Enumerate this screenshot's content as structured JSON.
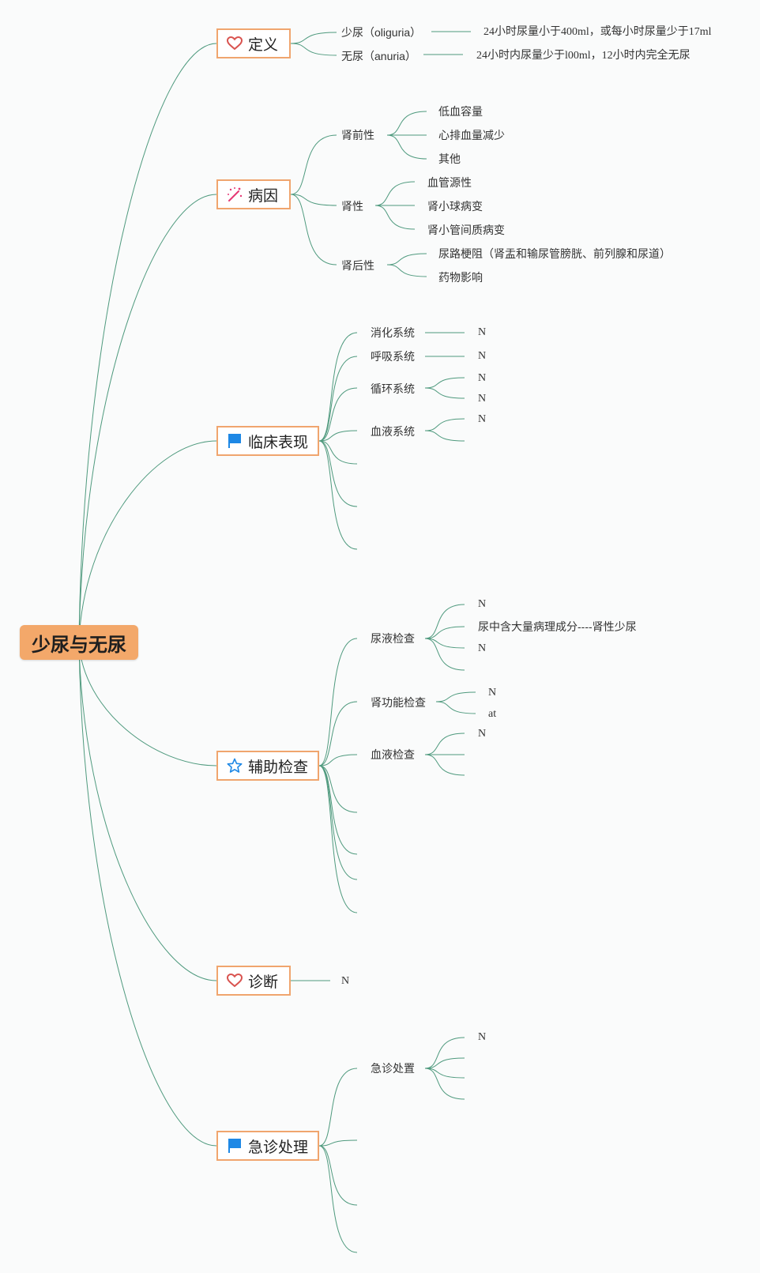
{
  "root": {
    "label": "少尿与无尿"
  },
  "colors": {
    "root_fill": "#f3a86a",
    "topic_border": "#f0a56e",
    "connector": "#4f9a7e",
    "heart_icon": "#d9534f",
    "flag_icon": "#1e88e5",
    "star_icon": "#1e88e5",
    "wand_icon": "#e53975"
  },
  "topics": {
    "definition": {
      "label": "定义",
      "icon": "heart-icon"
    },
    "etiology": {
      "label": "病因",
      "icon": "magic-wand-icon"
    },
    "clinical": {
      "label": "临床表现",
      "icon": "flag-icon"
    },
    "auxiliary": {
      "label": "辅助检查",
      "icon": "star-icon"
    },
    "diagnosis": {
      "label": "诊断",
      "icon": "heart-icon"
    },
    "emergency": {
      "label": "急诊处理",
      "icon": "flag-icon"
    }
  },
  "definition": {
    "oliguria": {
      "label": "少尿（oliguria）",
      "detail": "24小时尿量小于400ml，或每小时尿量少于17ml"
    },
    "anuria": {
      "label": "无尿（anuria）",
      "detail": "24小时内尿量少于l00ml，12小时内完全无尿"
    }
  },
  "etiology": {
    "prerenal": {
      "label": "肾前性",
      "items": [
        "低血容量",
        "心排血量减少",
        "其他"
      ]
    },
    "renal": {
      "label": "肾性",
      "items": [
        "血管源性",
        "肾小球病变",
        "肾小管间质病变"
      ]
    },
    "postrenal": {
      "label": "肾后性",
      "items": [
        "尿路梗阻（肾盂和输尿管膀胱、前列腺和尿道）",
        "药物影响"
      ]
    }
  },
  "clinical": {
    "digestive": {
      "label": "消化系统",
      "leaf": "N"
    },
    "respiratory": {
      "label": "呼吸系统",
      "leaf": "N"
    },
    "circulatory": {
      "label": "循环系统",
      "leaves": [
        "N",
        "N"
      ]
    },
    "blood": {
      "label": "血液系统",
      "leaf": "N"
    }
  },
  "auxiliary": {
    "urine": {
      "label": "尿液检查",
      "leaves": [
        "N",
        "尿中含大量病理成分----肾性少尿",
        "N"
      ]
    },
    "renal_function": {
      "label": "肾功能检查",
      "leaves": [
        "N",
        "at"
      ]
    },
    "blood": {
      "label": "血液检查",
      "leaf": "N"
    }
  },
  "diagnosis": {
    "leaf": "N"
  },
  "emergency": {
    "treatment": {
      "label": "急诊处置",
      "leaf": "N"
    }
  }
}
